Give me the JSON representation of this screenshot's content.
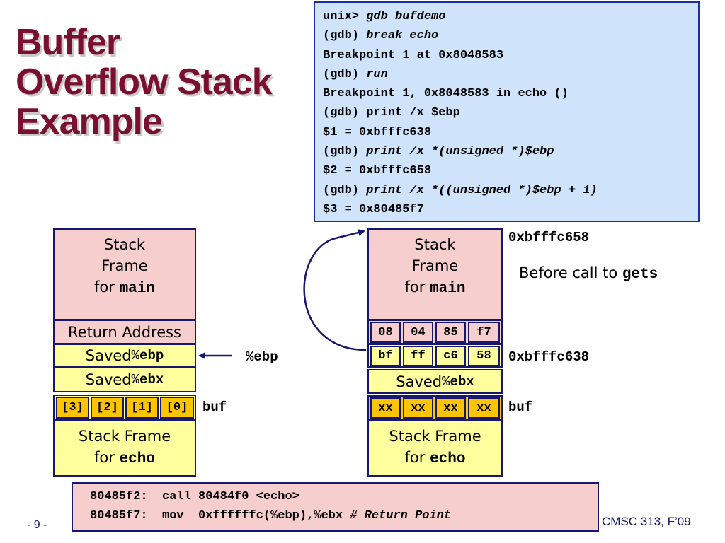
{
  "title": {
    "line1": "Buffer",
    "line2": "Overflow Stack",
    "line3": "Example"
  },
  "gdb_session": {
    "lines": [
      {
        "prefix": "unix> ",
        "cmd": "gdb bufdemo"
      },
      {
        "prefix": "(gdb) ",
        "cmd": "break echo"
      },
      {
        "prefix": "Breakpoint 1 at 0x8048583",
        "cmd": ""
      },
      {
        "prefix": "(gdb) ",
        "cmd": "run"
      },
      {
        "prefix": "Breakpoint 1, 0x8048583 in echo ()",
        "cmd": ""
      },
      {
        "prefix": "(gdb) print /x $ebp",
        "cmd": ""
      },
      {
        "prefix": "$1 = 0xbfffc638",
        "cmd": ""
      },
      {
        "prefix": "(gdb) ",
        "cmd": "print /x *(unsigned *)$ebp"
      },
      {
        "prefix": "$2 = 0xbfffc658",
        "cmd": ""
      },
      {
        "prefix": "(gdb) ",
        "cmd": "print /x *((unsigned *)$ebp + 1)"
      },
      {
        "prefix": "$3 = 0x80485f7",
        "cmd": ""
      }
    ]
  },
  "left_stack": {
    "main_frame": {
      "line1": "Stack",
      "line2": "Frame",
      "line3_prefix": "for ",
      "line3_code": "main"
    },
    "return_address": "Return Address",
    "saved_ebp": {
      "prefix": "Saved ",
      "code": "%ebp"
    },
    "saved_ebx": {
      "prefix": "Saved ",
      "code": "%ebx"
    },
    "buf_cells": [
      "[3]",
      "[2]",
      "[1]",
      "[0]"
    ],
    "buf_label": "buf",
    "echo_frame": {
      "line1": "Stack Frame",
      "line2_prefix": "for ",
      "line2_code": "echo"
    },
    "ebp_pointer_label": "%ebp"
  },
  "right_stack": {
    "main_frame": {
      "line1": "Stack",
      "line2": "Frame",
      "line3_prefix": "for ",
      "line3_code": "main"
    },
    "addr_top": "0xbfffc658",
    "caption_prefix": "Before call to ",
    "caption_code": "gets",
    "return_bytes": [
      "08",
      "04",
      "85",
      "f7"
    ],
    "ebp_bytes": [
      "bf",
      "ff",
      "c6",
      "58"
    ],
    "addr_ebp": "0xbfffc638",
    "saved_ebx": {
      "prefix": "Saved ",
      "code": "%ebx"
    },
    "buf_bytes": [
      "xx",
      "xx",
      "xx",
      "xx"
    ],
    "buf_label": "buf",
    "echo_frame": {
      "line1": "Stack Frame",
      "line2_prefix": "for ",
      "line2_code": "echo"
    }
  },
  "disassembly": {
    "line1": "80485f2:  call 80484f0 <echo>",
    "line2_code": "80485f7:  mov  0xffffffc(%ebp),%ebx ",
    "line2_comment": "# Return Point"
  },
  "footer": {
    "page": "- 9 -",
    "course": "CMSC 313, F’09"
  },
  "colors": {
    "title": "#7a1030",
    "frame_pink": "#f7cece",
    "saved_yellow": "#ffff9e",
    "buf_orange": "#ffc400",
    "gdb_bg": "#cfe3fb",
    "border": "#17176b"
  }
}
